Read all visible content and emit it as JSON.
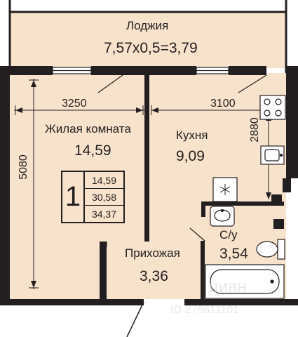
{
  "loggia": {
    "name": "Лоджия",
    "formula": "7,57х0,5=3,79"
  },
  "living": {
    "name": "Жилая комната",
    "area": "14,59",
    "width": "3250",
    "length": "5080"
  },
  "kitchen": {
    "name": "Кухня",
    "area": "9,09",
    "width": "3100",
    "length": "2880"
  },
  "hall": {
    "name": "Прихожая",
    "area": "3,36"
  },
  "bath": {
    "name": "С/у",
    "area": "3,54"
  },
  "summary": {
    "rooms": "1",
    "living_area": "14,59",
    "usable_area": "30,58",
    "total_area": "34,37"
  },
  "watermark": {
    "brand": "циан",
    "id": "ID 276611101"
  },
  "colors": {
    "floor": "#f7e2cb",
    "wall": "#231f20",
    "line": "#231f20"
  },
  "icons": [
    "window-icon",
    "stove-icon",
    "sink-icon",
    "fridge-icon",
    "washbasin-icon",
    "toilet-icon",
    "bathtub-icon",
    "entrance-door-icon"
  ]
}
